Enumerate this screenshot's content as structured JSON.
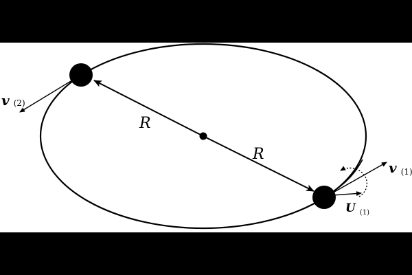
{
  "diagram": {
    "background": "#ffffff",
    "band_color": "#000000",
    "ink": "#000000",
    "labels": {
      "r_upper": "R",
      "r_lower": "R",
      "v2_symbol": "v",
      "v2_sub": "(2)",
      "v1_symbol": "v",
      "v1_sub": "(1)",
      "u1_symbol": "U",
      "u1_sub": "(1)"
    }
  }
}
